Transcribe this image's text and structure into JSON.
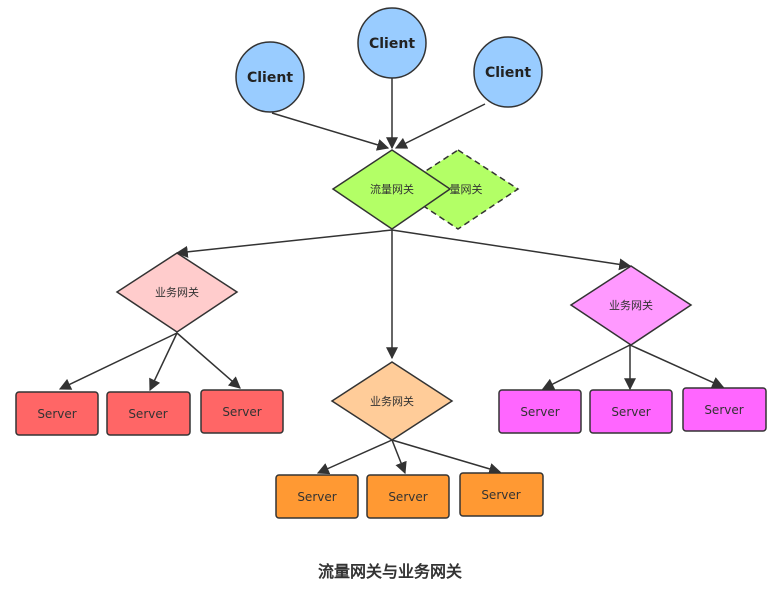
{
  "clients": [
    "Client",
    "Client",
    "Client"
  ],
  "traffic_gateway": {
    "label": "流量网关",
    "shadow_label": "量网关"
  },
  "business_gateways": [
    {
      "label": "业务网关",
      "servers": [
        "Server",
        "Server",
        "Server"
      ]
    },
    {
      "label": "业务网关",
      "servers": [
        "Server",
        "Server",
        "Server"
      ]
    },
    {
      "label": "业务网关",
      "servers": [
        "Server",
        "Server",
        "Server"
      ]
    }
  ],
  "caption": "流量网关与业务网关",
  "colors": {
    "client": "#99ccff",
    "traffic_gateway": "#b3ff66",
    "gateway_red": "#ffcccc",
    "gateway_orange": "#ffcc99",
    "gateway_magenta": "#ff99ff",
    "server_red": "#ff6666",
    "server_orange": "#ff9933",
    "server_magenta": "#ff66ff",
    "stroke": "#333333"
  }
}
